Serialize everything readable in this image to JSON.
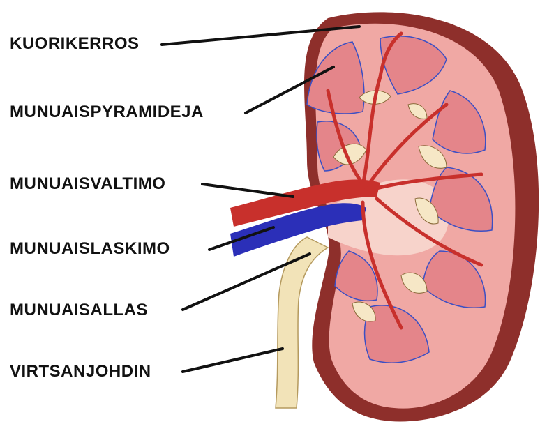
{
  "labels": {
    "cortex": "KUORIKERROS",
    "pyramids": "MUNUAISPYRAMIDEJA",
    "artery": "MUNUAISVALTIMO",
    "vein": "MUNUAISLASKIMO",
    "pelvis": "MUNUAISALLAS",
    "ureter": "VIRTSANJOHDIN"
  },
  "colors": {
    "capsule": "#8e2f2b",
    "cortex": "#f0a8a4",
    "medulla": "#e4858a",
    "pelvis": "#f7d3cb",
    "artery": "#c8302c",
    "vein": "#2b2fb8",
    "ureter": "#f2e3b8",
    "leader": "#111111"
  }
}
